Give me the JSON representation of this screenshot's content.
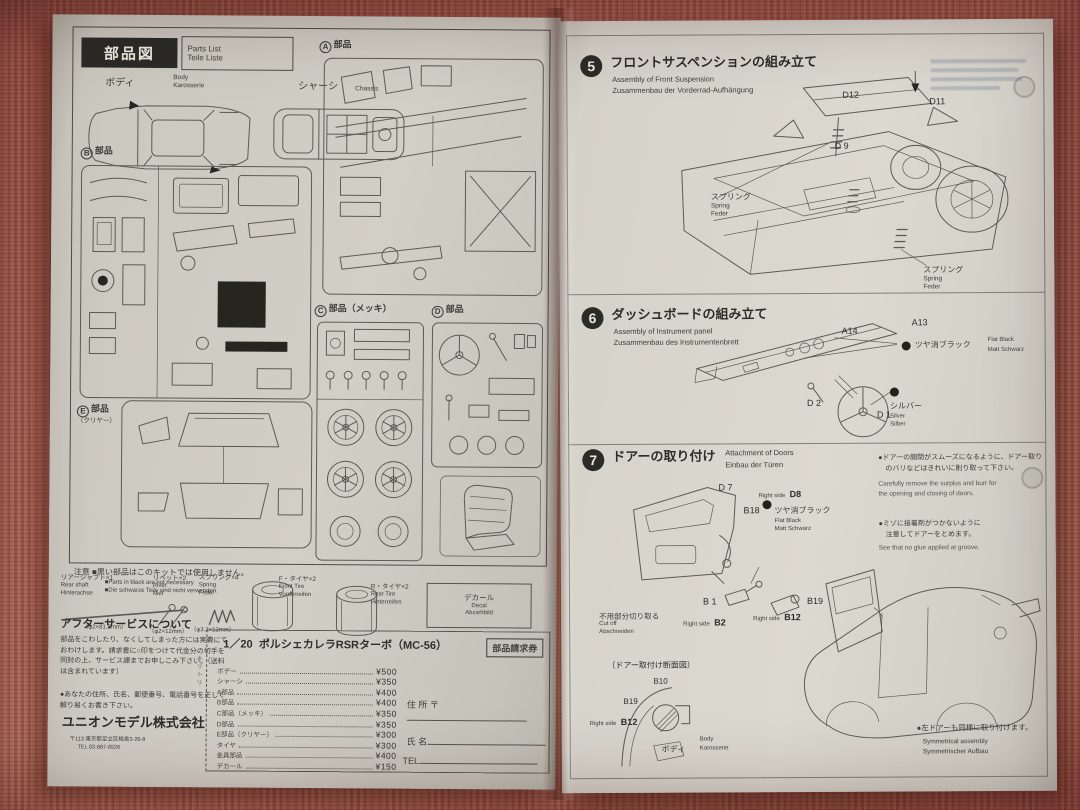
{
  "left_page": {
    "parts_header": {
      "jp": "部品図",
      "en": "Parts List",
      "de": "Teile Liste"
    },
    "body_labels": {
      "jp": "ボディ",
      "en": "Body",
      "de": "Karosserie"
    },
    "chassis_labels": {
      "jp": "シャーシ",
      "en": "Chassis"
    },
    "sections": {
      "a": {
        "letter": "A",
        "label": "部品"
      },
      "b": {
        "letter": "B",
        "label": "部品"
      },
      "c": {
        "letter": "C",
        "label": "部品（メッキ）"
      },
      "d": {
        "letter": "D",
        "label": "部品"
      },
      "e": {
        "letter": "E",
        "label": "部品",
        "note": "（クリヤー）"
      }
    },
    "caution": {
      "jp": "注意 ■黒い部品はこのキットでは使用しません。",
      "en": "■Parts in black are not necessary",
      "de": "■Die schwarze Teile sind nicht verwenden."
    },
    "small_parts": [
      {
        "jp": "リアーシャフト×1",
        "en": "Rear shaft",
        "de": "Hinterachse",
        "dim": "（φ2×81.5mm）"
      },
      {
        "jp": "リベット×2",
        "en": "Rivet",
        "de": "Niet",
        "dim": "（φ2×12mm）"
      },
      {
        "jp": "スプリング×4",
        "en": "Spring",
        "de": "Feder",
        "dim": "（φ3.2×12mm）"
      },
      {
        "jp": "F・タイヤ×2",
        "en": "Front Tire",
        "de": "Vorderreifen",
        "dim": ""
      },
      {
        "jp": "R・タイヤ×2",
        "en": "Rear Tire",
        "de": "Hinterreifen",
        "dim": ""
      },
      {
        "jp": "デカール",
        "en": "Decal",
        "de": "Abziehbild",
        "dim": ""
      }
    ],
    "after_service": {
      "heading": "アフターサービスについて",
      "body": "部品をこわしたり、なくしてしまった方には実費にておわけします。請求書に○印をつけて代金分の切手を同封の上、サービス課までお申しこみ下さい。（送料は含まれています）",
      "note": "●あなたの住所、氏名、郵便番号、電話番号を正しく解り易くお書き下さい。"
    },
    "company": {
      "name": "ユニオンモデル株式会社",
      "address": "〒113 東京都足立区梅島3-26-8",
      "tel": "TEL 03-887-6526"
    },
    "order_form": {
      "scale": "1／20",
      "kit": "ポルシェカレラRSRターボ（MC-56）",
      "badge": "部品請求券",
      "cut": "キリトリ",
      "items": [
        {
          "label": "ボデー",
          "price": "¥500"
        },
        {
          "label": "シャーシ",
          "price": "¥350"
        },
        {
          "label": "A部品",
          "price": "¥400"
        },
        {
          "label": "B部品",
          "price": "¥400"
        },
        {
          "label": "C部品（メッキ）",
          "price": "¥350"
        },
        {
          "label": "D部品",
          "price": "¥350"
        },
        {
          "label": "E部品（クリヤー）",
          "price": "¥300"
        },
        {
          "label": "タイヤ",
          "price": "¥300"
        },
        {
          "label": "金具部品",
          "price": "¥400"
        },
        {
          "label": "デカール",
          "price": "¥150"
        }
      ],
      "fields": {
        "address": "住 所 〒",
        "name": "氏  名",
        "tel": "TEL"
      }
    }
  },
  "right_page": {
    "step5": {
      "num": "5",
      "jp": "フロントサスペンションの組み立て",
      "en": "Assembly of Front Suspension",
      "de": "Zusammenbau der Vorderrad-Aufhängung",
      "d12": "D12",
      "d11": "D11",
      "d9": "D 9",
      "spring": {
        "jp": "スプリング",
        "en": "Spring",
        "de": "Feder"
      }
    },
    "step6": {
      "num": "6",
      "jp": "ダッシュボードの組み立て",
      "en": "Assembly of Instrument panel",
      "de": "Zusammenbau des Instrumentenbrett",
      "a14": "A14",
      "a13": "A13",
      "d2": "D 2",
      "d1": "D 1",
      "flat_black": {
        "jp": "ツヤ消ブラック",
        "en": "Flat Black",
        "de": "Matt Schwarz"
      },
      "silver": {
        "jp": "シルバー",
        "en": "Silver",
        "de": "Silber"
      }
    },
    "step7": {
      "num": "7",
      "jp": "ドアーの取り付け",
      "en": "Attachment of Doors",
      "de": "Einbau der Türen",
      "note1_jp1": "●ドアーの開閉がスムーズになるように、ドアー取り",
      "note1_jp2": "　のバリなどはきれいに削り取って下さい。",
      "note1_en1": "Carefully remove the surplus and burr for",
      "note1_en2": "the opening and closing of doors.",
      "note2_jp1": "●ミゾに接着剤がつかないように",
      "note2_jp2": "　注意してドアーをとめます。",
      "note2_en": "See that no glue applied at groove.",
      "d7": "D 7",
      "side": "Right side",
      "d8": "D8",
      "b18": "B18",
      "flat_black": {
        "jp": "ツヤ消ブラック",
        "en": "Flat Black",
        "de": "Matt Schwarz"
      },
      "b1": "B 1",
      "b2": "B2",
      "cut": {
        "jp": "不用部分切り取る",
        "en": "Cut off",
        "de": "Abschneiden"
      },
      "b19": "B19",
      "b12": "B12",
      "section_caption": "（ドアー取付け断面図）",
      "b10": "B10",
      "b19b": "B19",
      "b12b": "B12",
      "body": {
        "jp": "ボディ",
        "en": "Body",
        "de": "Karosserie"
      },
      "sym_jp": "●左ドアーも同様に取り付けます。",
      "sym_en": "Symmetrical assembly",
      "sym_de": "Symmetrischer Aufbau"
    }
  }
}
